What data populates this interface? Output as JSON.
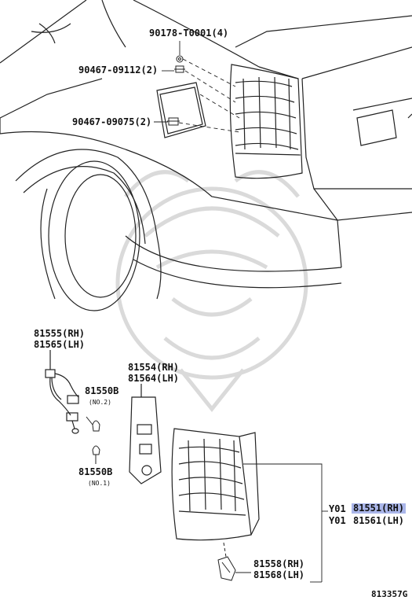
{
  "labels": {
    "p_90178": "90178-T0001(4)",
    "p_90467_09112": "90467-09112(2)",
    "p_90467_09075": "90467-09075(2)",
    "p_81555": "81555(RH)",
    "p_81565": "81565(LH)",
    "p_81554": "81554(RH)",
    "p_81564": "81564(LH)",
    "p_81550b_top": "81550B",
    "no2": "(NO.2)",
    "p_81550b_bot": "81550B",
    "no1": "(NO.1)",
    "y01_a": "Y01",
    "p_81551": "81551(RH)",
    "y01_b": "Y01",
    "p_81561": "81561(LH)",
    "p_81558": "81558(RH)",
    "p_81568": "81568(LH)",
    "diagram_ref": "813357G"
  },
  "colors": {
    "line": "#222222",
    "highlight": "#aab6ea",
    "watermark": "#d8d8d8"
  },
  "highlighted_part": "81551(RH)"
}
